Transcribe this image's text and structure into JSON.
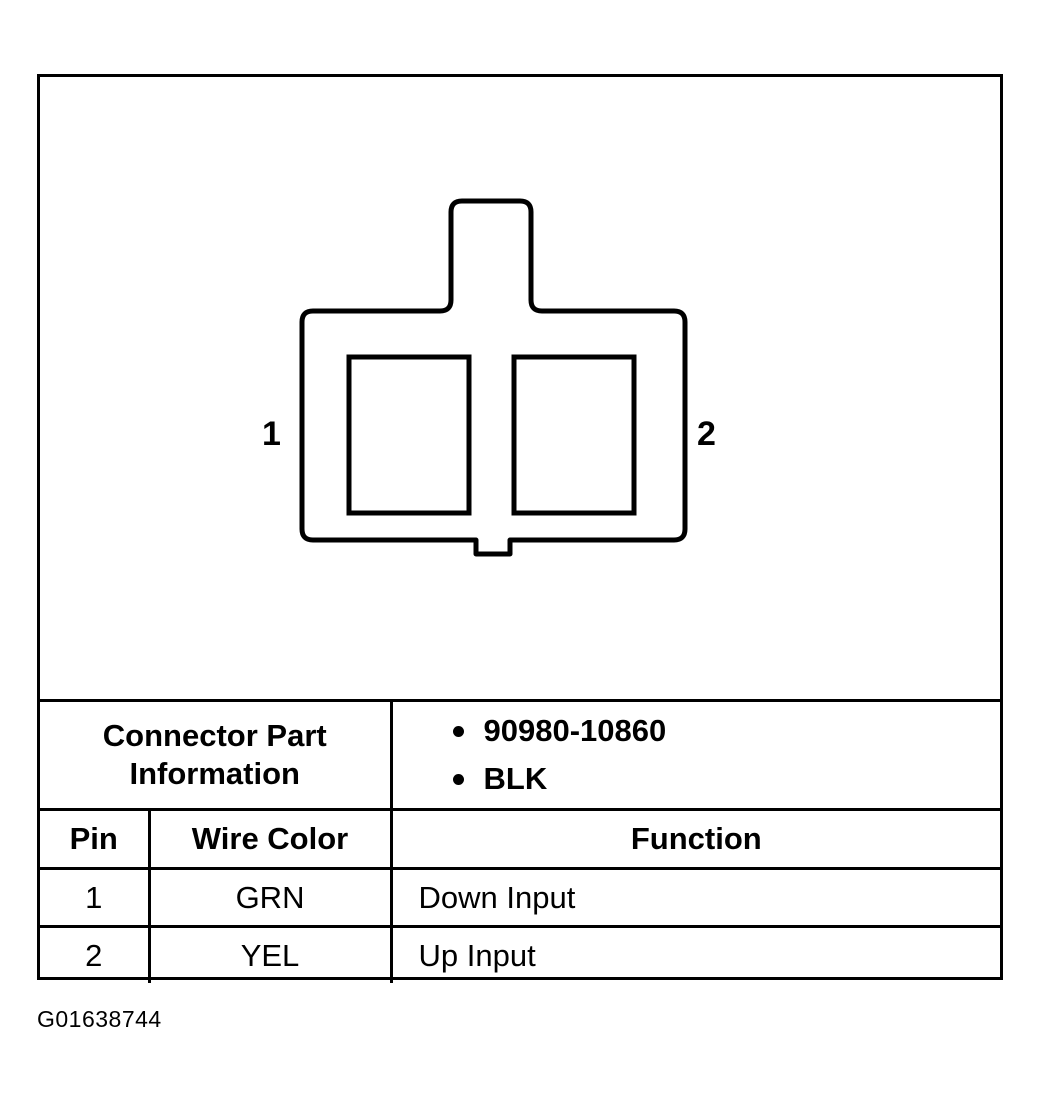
{
  "connector": {
    "pin_left_label": "1",
    "pin_right_label": "2"
  },
  "part_info": {
    "label": "Connector Part Information",
    "label_line1": "Connector Part",
    "label_line2": "Information",
    "items": [
      "90980-10860",
      "BLK"
    ]
  },
  "table": {
    "headers": {
      "pin": "Pin",
      "wire_color": "Wire Color",
      "function": "Function"
    },
    "rows": [
      {
        "pin": "1",
        "wire_color": "GRN",
        "function": "Down Input"
      },
      {
        "pin": "2",
        "wire_color": "YEL",
        "function": "Up Input"
      }
    ]
  },
  "figure_id": "G01638744"
}
